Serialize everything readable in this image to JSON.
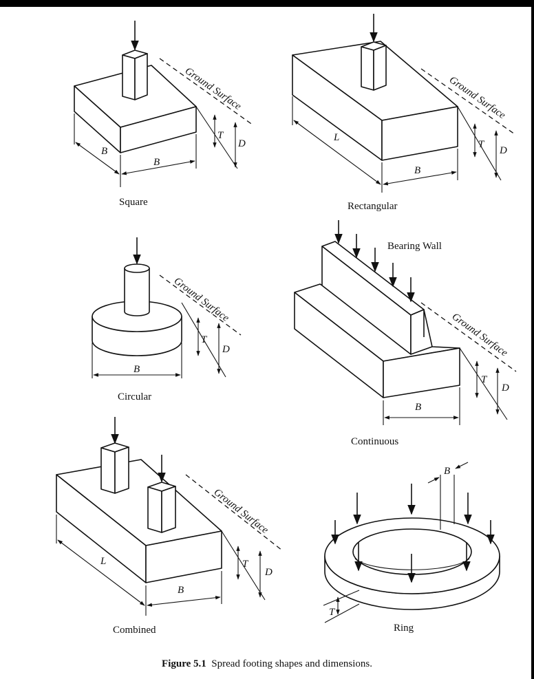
{
  "caption": {
    "number": "Figure 5.1",
    "text": "Spread footing shapes and dimensions."
  },
  "shapes": {
    "square": "Square",
    "rectangular": "Rectangular",
    "circular": "Circular",
    "continuous": "Continuous",
    "combined": "Combined",
    "ring": "Ring"
  },
  "labels": {
    "ground_surface": "Ground Surface",
    "bearing_wall": "Bearing Wall",
    "width": "B",
    "length": "L",
    "thickness": "T",
    "depth": "D"
  }
}
